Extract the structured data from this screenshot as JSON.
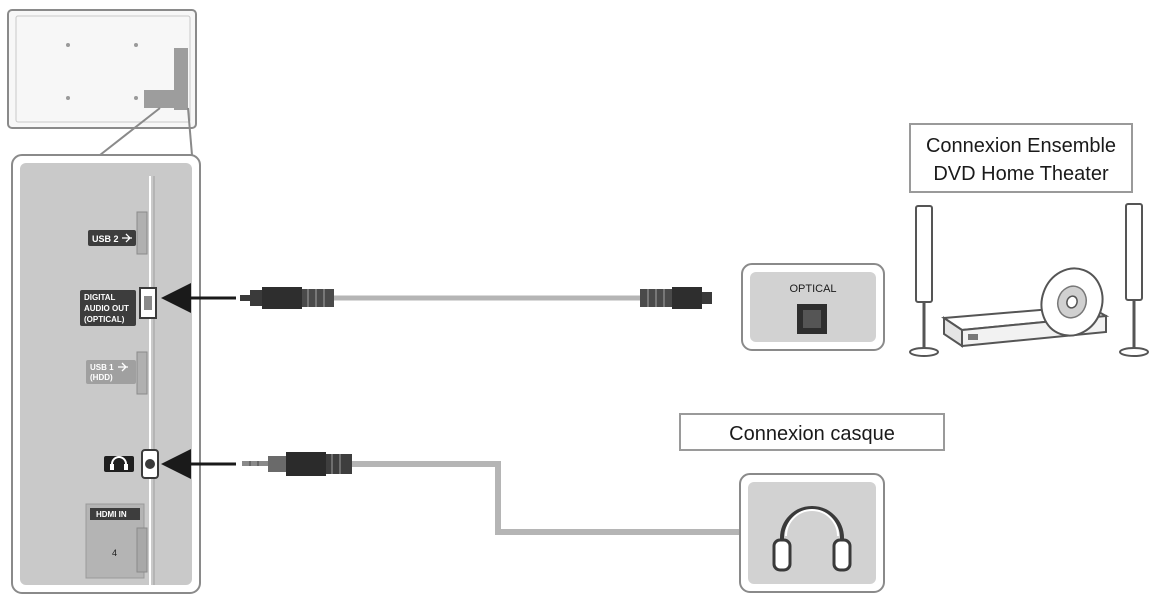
{
  "title_boxes": {
    "home_theater_line1": "Connexion Ensemble",
    "home_theater_line2": "DVD Home Theater",
    "headphones": "Connexion casque"
  },
  "tv_ports": {
    "usb2": "USB 2",
    "digital_audio_line1": "DIGITAL",
    "digital_audio_line2": "AUDIO OUT",
    "digital_audio_line3": "(OPTICAL)",
    "usb1_line1": "USB 1",
    "usb1_line2": "(HDD)",
    "hdmi_in": "HDMI IN",
    "hdmi_number": "4"
  },
  "device_ports": {
    "optical": "OPTICAL"
  },
  "colors": {
    "panel": "#c9c9c9",
    "panel_border": "#8a8a8a",
    "cable": "#b5b5b5",
    "plug_dark": "#3a3a3a",
    "label_dark": "#3d3d3d"
  },
  "icons": [
    "usb-icon",
    "headphone-icon",
    "optical-port-icon",
    "disc-icon",
    "speaker-icon",
    "dvd-player-icon",
    "arrow-icon"
  ]
}
